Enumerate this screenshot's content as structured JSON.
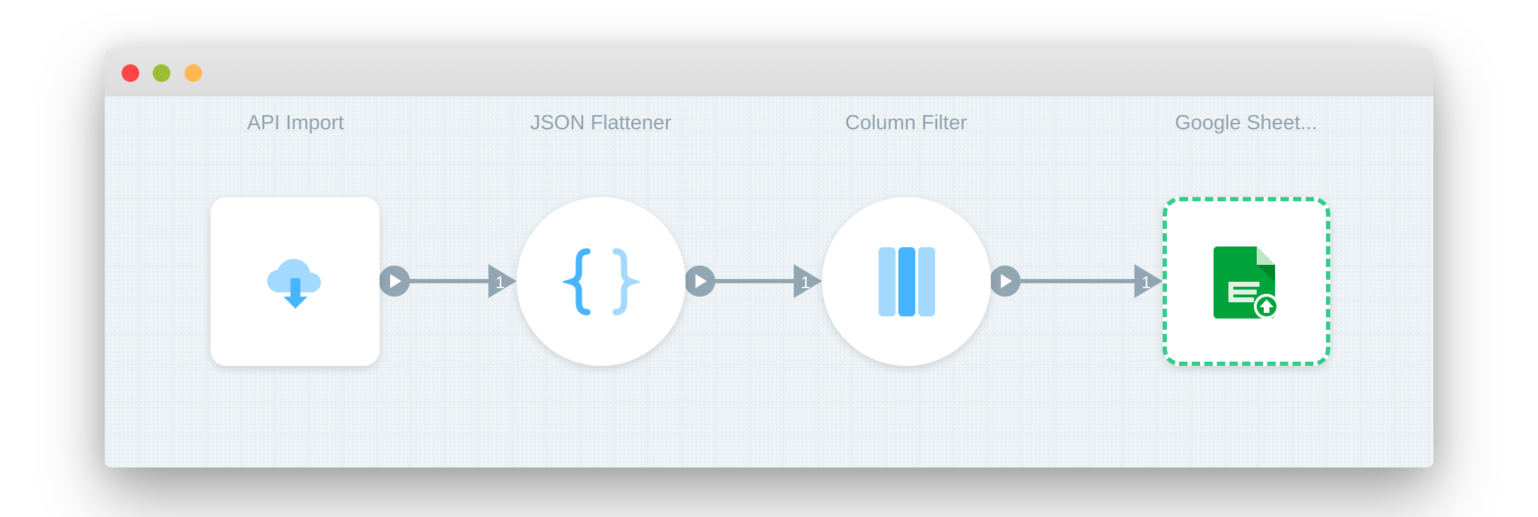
{
  "window": {
    "controls": [
      {
        "name": "close",
        "color": "#ff4646"
      },
      {
        "name": "minimize",
        "color": "#9cbc32"
      },
      {
        "name": "maximize",
        "color": "#ffb950"
      }
    ]
  },
  "workflow": {
    "nodes": [
      {
        "label": "API Import",
        "icon": "cloud-download-icon"
      },
      {
        "label": "JSON Flattener",
        "icon": "curly-braces-icon"
      },
      {
        "label": "Column Filter",
        "icon": "columns-icon"
      },
      {
        "label": "Google Sheet...",
        "icon": "google-sheets-upload-icon",
        "selected": true
      }
    ],
    "connections": [
      {
        "count": "1"
      },
      {
        "count": "1"
      },
      {
        "count": "1"
      }
    ]
  },
  "colors": {
    "accent": "#47b4ff",
    "accent_light": "#a3d9ff",
    "connector": "#91a5b2",
    "selected": "#34cc8a",
    "sheets": "#00a33a"
  }
}
